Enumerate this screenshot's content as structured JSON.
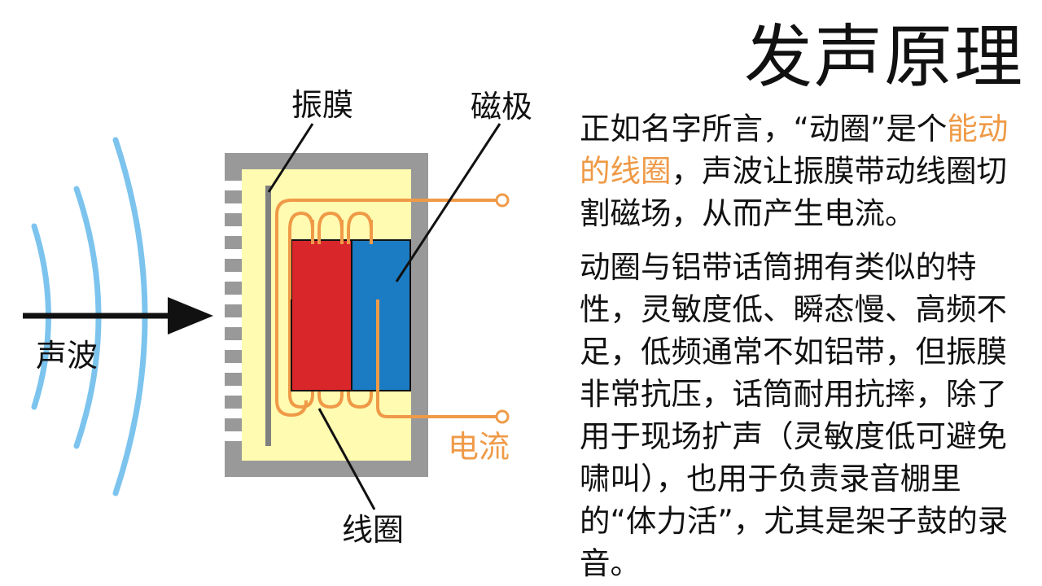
{
  "title": "发声原理",
  "paragraphs": {
    "p1_before": "正如名字所言，“动圈”是个",
    "p1_highlight": "能动的线圈",
    "p1_after": "，声波让振膜带动线圈切割磁场，从而产生电流。",
    "p2": "动圈与铝带话筒拥有类似的特性，灵敏度低、瞬态慢、高频不足，低频通常不如铝带，但振膜非常抗压，话筒耐用抗摔，除了用于现场扩声（灵敏度低可避免啸叫），也用于负责录音棚里的“体力活”，尤其是架子鼓的录音。"
  },
  "diagram": {
    "label_diaphragm": "振膜",
    "label_magnet": "磁极",
    "label_sound_wave": "声波",
    "label_current": "电流",
    "label_coil": "线圈"
  },
  "colors": {
    "wave_blue": "#7cc4ee",
    "orange": "#ef9a47",
    "magnet_red": "#d9262b",
    "magnet_blue": "#1b7cc4",
    "housing_gray": "#999999",
    "inner_yellow": "#fffbb0",
    "diaphragm_gray": "#808080",
    "arrow_black": "#111111"
  },
  "icons": {
    "sound_wave": "wave-arcs-icon",
    "arrow": "arrow-right-icon"
  }
}
